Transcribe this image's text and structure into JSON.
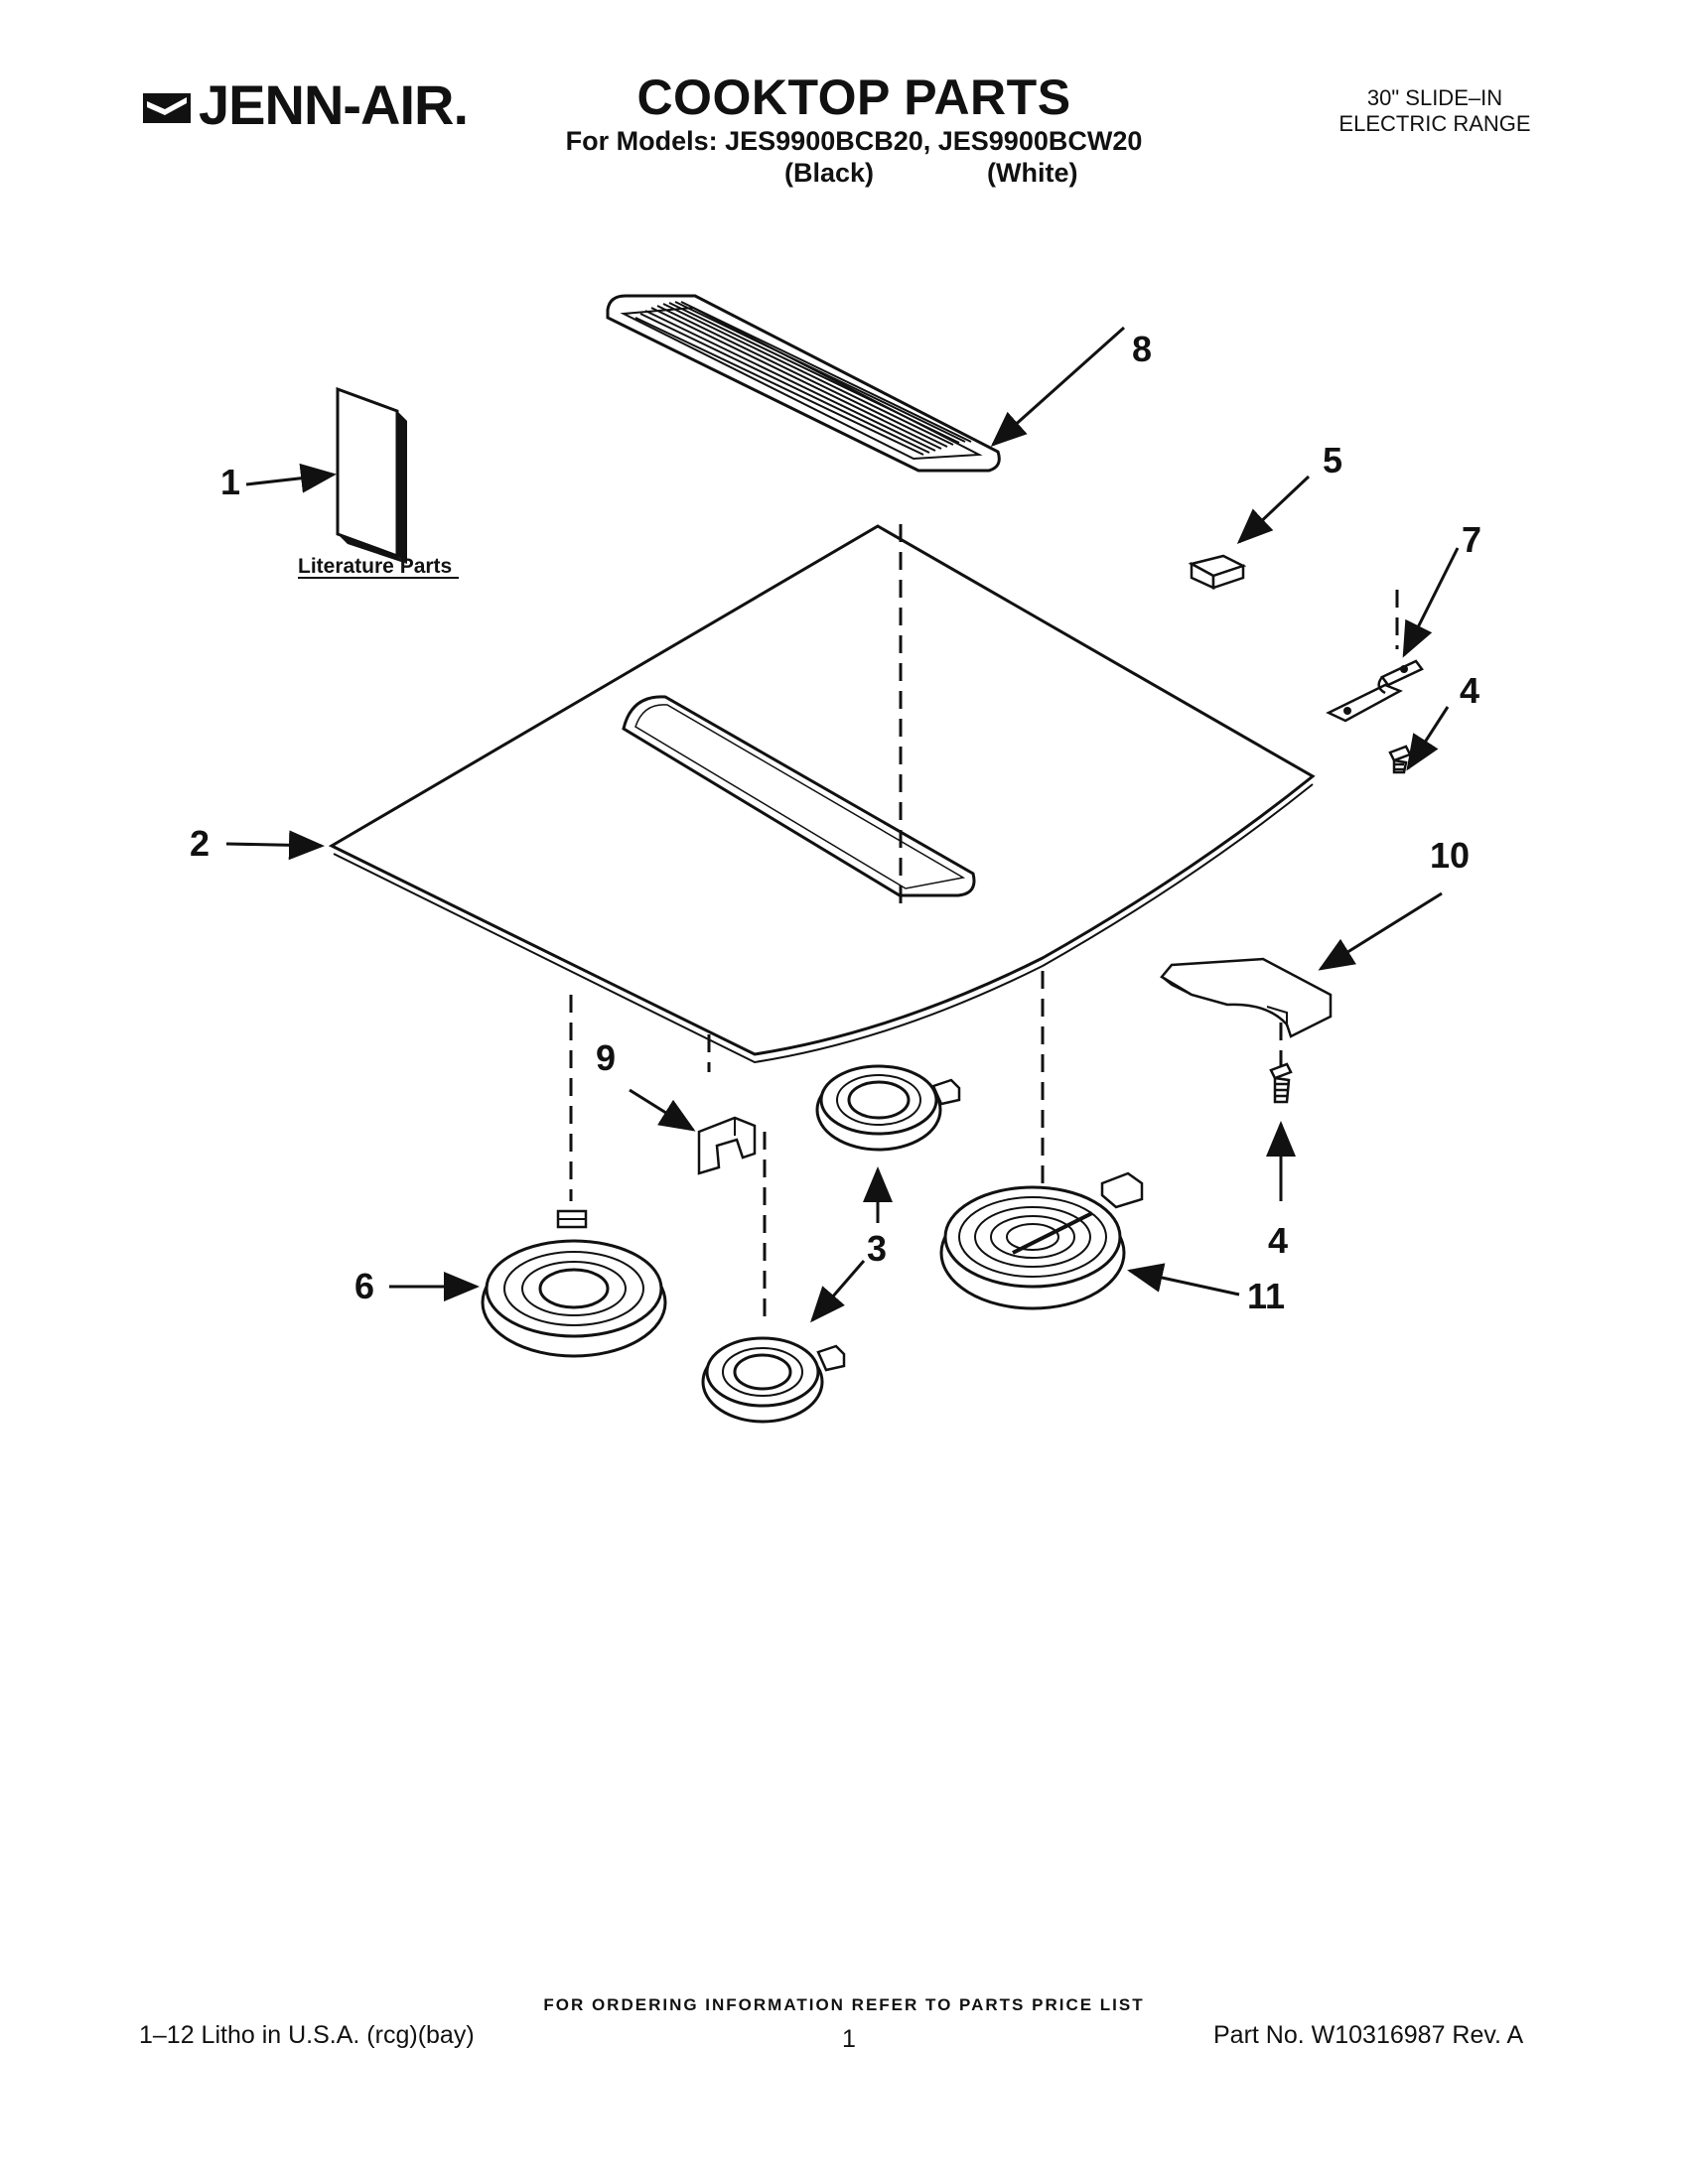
{
  "header": {
    "brand": "JENN-AIR.",
    "title": "COOKTOP PARTS",
    "models": "For Models: JES9900BCB20, JES9900BCW20",
    "color_black": "(Black)",
    "color_white": "(White)",
    "product_type_line1": "30\" SLIDE–IN",
    "product_type_line2": "ELECTRIC RANGE"
  },
  "diagram": {
    "literature_label": "Literature Parts",
    "callouts": {
      "c1": "1",
      "c2": "2",
      "c3a": "3",
      "c3b": "3",
      "c4a": "4",
      "c4b": "4",
      "c5": "5",
      "c6": "6",
      "c7": "7",
      "c8": "8",
      "c9": "9",
      "c10": "10",
      "c11": "11"
    }
  },
  "footer": {
    "ordering_note": "FOR ORDERING INFORMATION REFER TO PARTS PRICE LIST",
    "litho": "1–12 Litho in U.S.A. (rcg)(bay)",
    "page_number": "1",
    "part_number": "Part No. W10316987 Rev. A"
  }
}
